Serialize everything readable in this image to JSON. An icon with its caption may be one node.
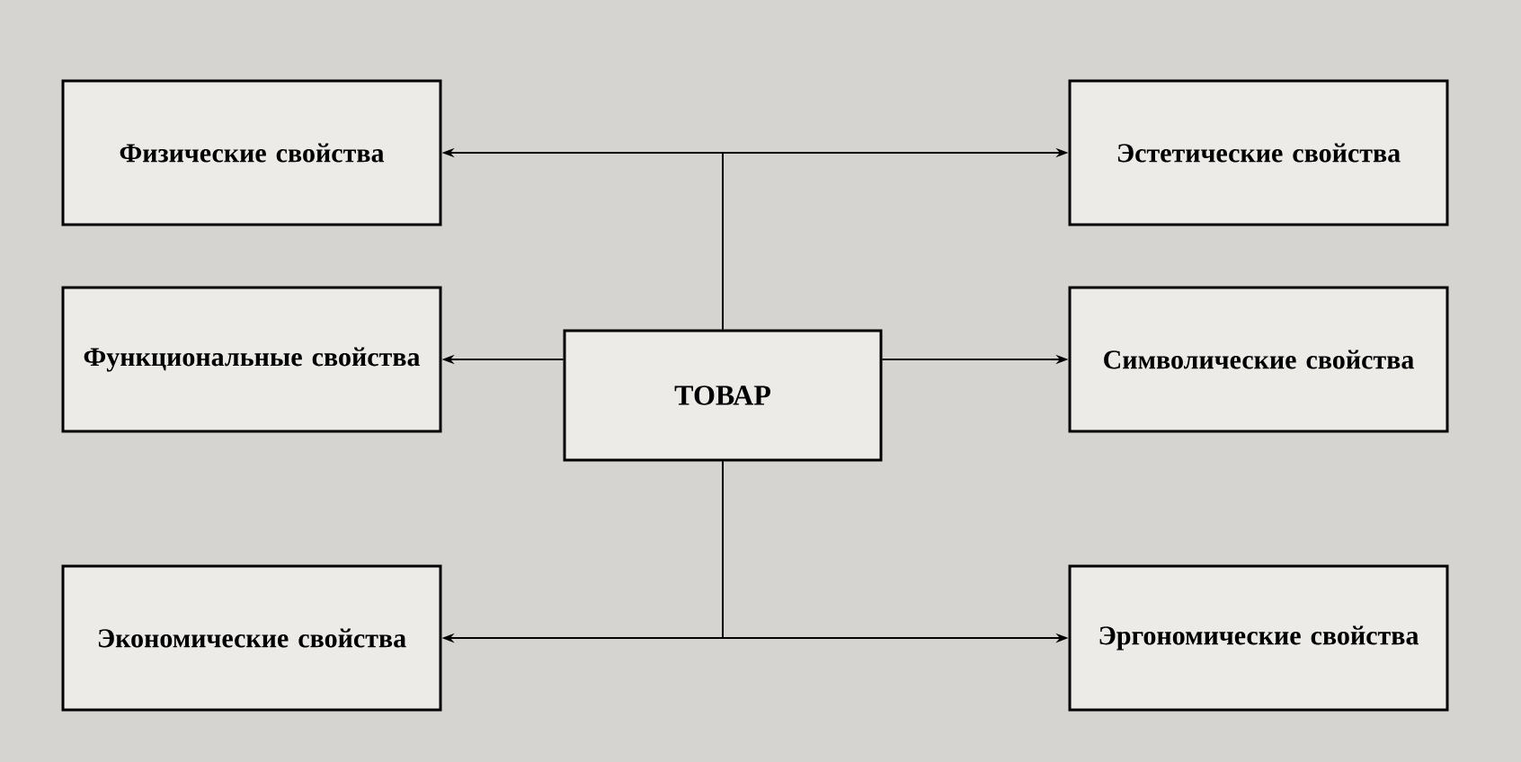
{
  "diagram": {
    "nodes": [
      {
        "text": [
          "Физические свойства"
        ]
      },
      {
        "text": [
          "Эстетические свойства"
        ]
      },
      {
        "text": [
          "Функциональные свойства"
        ]
      },
      {
        "text": [
          "ТОВАР"
        ]
      },
      {
        "text": [
          "Символические свойства"
        ]
      },
      {
        "text": [
          "Экономические свойства"
        ]
      },
      {
        "text": [
          "Эргономические свойства"
        ]
      }
    ],
    "edges": [
      {
        "from": 3,
        "to": 0,
        "arrow": "to"
      },
      {
        "from": 3,
        "to": 1,
        "arrow": "to"
      },
      {
        "from": 3,
        "to": 2,
        "arrow": "to"
      },
      {
        "from": 3,
        "to": 4,
        "arrow": "to"
      },
      {
        "from": 3,
        "to": 5,
        "arrow": "to"
      },
      {
        "from": 3,
        "to": 6,
        "arrow": "to"
      }
    ]
  }
}
